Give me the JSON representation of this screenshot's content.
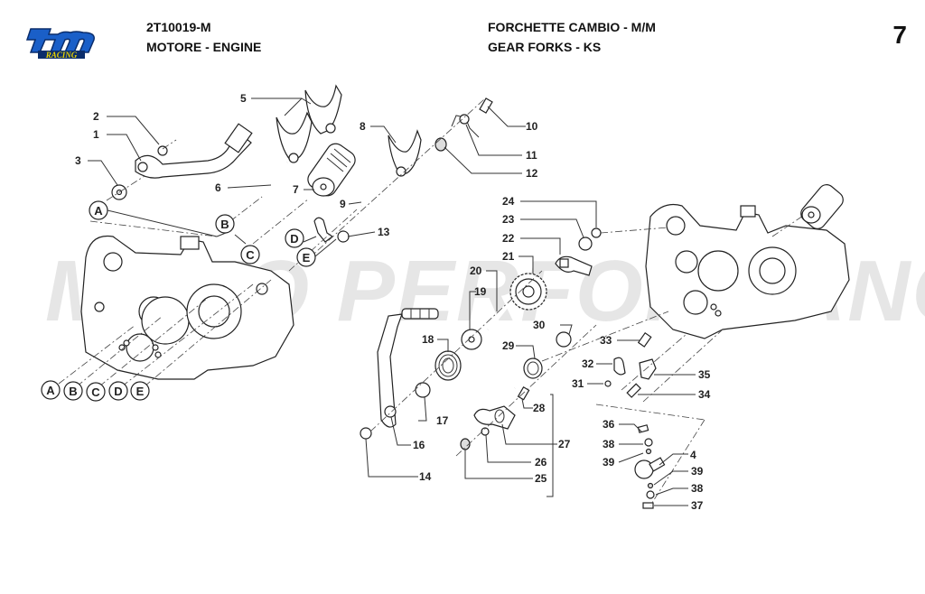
{
  "header": {
    "code": "2T10019-M",
    "subtitle": "MOTORE - ENGINE",
    "title_it": "FORCHETTE CAMBIO - M/M",
    "title_en": "GEAR FORKS - KS",
    "page_number": "7",
    "logo": {
      "main": "tm",
      "sub": "RACING",
      "color_main": "#1a5fc8",
      "color_sub": "#e8d200"
    }
  },
  "watermark": "MOTO PERFORMANCE",
  "callouts": [
    {
      "id": "c1",
      "label": "1"
    },
    {
      "id": "c2",
      "label": "2"
    },
    {
      "id": "c3",
      "label": "3"
    },
    {
      "id": "c4",
      "label": "4"
    },
    {
      "id": "c5",
      "label": "5"
    },
    {
      "id": "c6",
      "label": "6"
    },
    {
      "id": "c7",
      "label": "7"
    },
    {
      "id": "c8",
      "label": "8"
    },
    {
      "id": "c9",
      "label": "9"
    },
    {
      "id": "c10",
      "label": "10"
    },
    {
      "id": "c11",
      "label": "11"
    },
    {
      "id": "c12",
      "label": "12"
    },
    {
      "id": "c13",
      "label": "13"
    },
    {
      "id": "c14",
      "label": "14"
    },
    {
      "id": "c16",
      "label": "16"
    },
    {
      "id": "c17",
      "label": "17"
    },
    {
      "id": "c18",
      "label": "18"
    },
    {
      "id": "c19",
      "label": "19"
    },
    {
      "id": "c20",
      "label": "20"
    },
    {
      "id": "c21",
      "label": "21"
    },
    {
      "id": "c22",
      "label": "22"
    },
    {
      "id": "c23",
      "label": "23"
    },
    {
      "id": "c24",
      "label": "24"
    },
    {
      "id": "c25",
      "label": "25"
    },
    {
      "id": "c26",
      "label": "26"
    },
    {
      "id": "c27",
      "label": "27"
    },
    {
      "id": "c28",
      "label": "28"
    },
    {
      "id": "c29",
      "label": "29"
    },
    {
      "id": "c30",
      "label": "30"
    },
    {
      "id": "c31",
      "label": "31"
    },
    {
      "id": "c32",
      "label": "32"
    },
    {
      "id": "c33",
      "label": "33"
    },
    {
      "id": "c34",
      "label": "34"
    },
    {
      "id": "c35",
      "label": "35"
    },
    {
      "id": "c36",
      "label": "36"
    },
    {
      "id": "c37",
      "label": "37"
    },
    {
      "id": "c38a",
      "label": "38"
    },
    {
      "id": "c39a",
      "label": "39"
    },
    {
      "id": "c39b",
      "label": "39"
    },
    {
      "id": "c38b",
      "label": "38"
    }
  ],
  "bubbles": {
    "upper": [
      "A",
      "B",
      "C",
      "D",
      "E"
    ],
    "lower": [
      "A",
      "B",
      "C",
      "D",
      "E"
    ]
  }
}
